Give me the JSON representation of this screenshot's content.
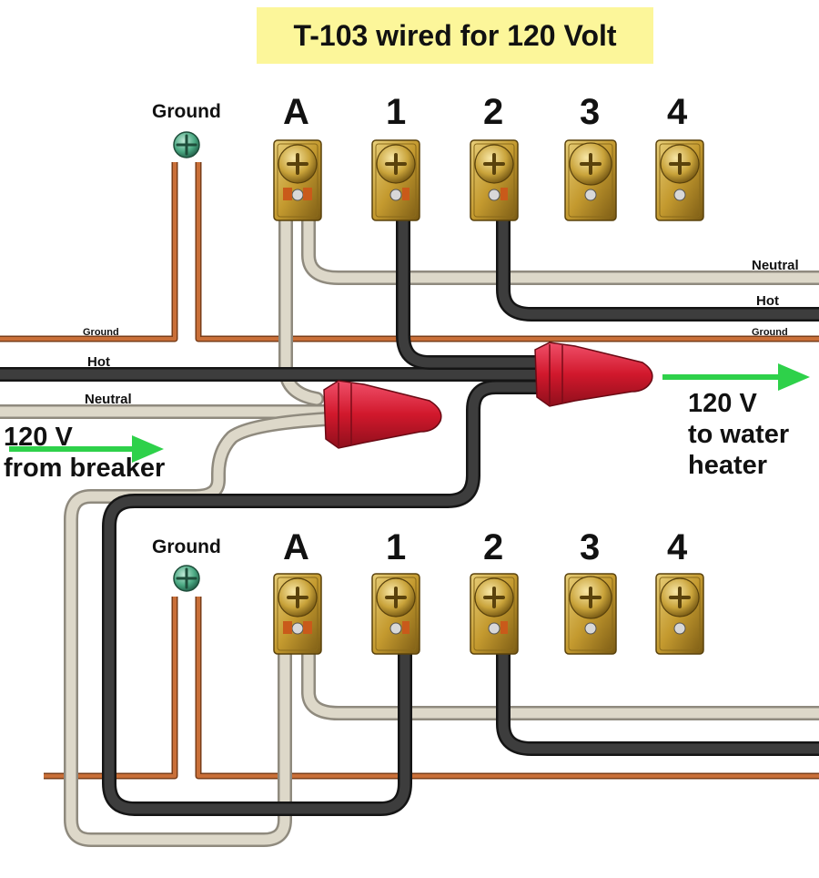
{
  "title": "T-103 wired for 120 Volt",
  "colors": {
    "title_bg": "#fcf69a",
    "hot_wire": "#3a3a3a",
    "neutral_wire": "#d8d3c4",
    "ground_wire": "#c26a35",
    "wire_nut": "#d11a2a",
    "arrow": "#2ed14a",
    "terminal_brass": "#c9a33a"
  },
  "top_timer": {
    "ground_label": "Ground",
    "terminals": [
      "A",
      "1",
      "2",
      "3",
      "4"
    ],
    "wire_labels": {
      "ground_left": "Ground",
      "hot_left": "Hot",
      "neutral_left": "Neutral",
      "neutral_right": "Neutral",
      "hot_right": "Hot",
      "ground_right": "Ground"
    }
  },
  "bottom_timer": {
    "ground_label": "Ground",
    "terminals": [
      "A",
      "1",
      "2",
      "3",
      "4"
    ]
  },
  "supply": {
    "line1": "120 V",
    "line2": "from breaker"
  },
  "load": {
    "line1": "120 V",
    "line2": "to water",
    "line3": "heater"
  },
  "icons": {
    "ground_screw": "green-ground-screw-icon",
    "terminal_screw": "brass-terminal-screw-icon",
    "wire_nut": "wire-nut-icon",
    "arrow": "right-arrow-icon"
  }
}
